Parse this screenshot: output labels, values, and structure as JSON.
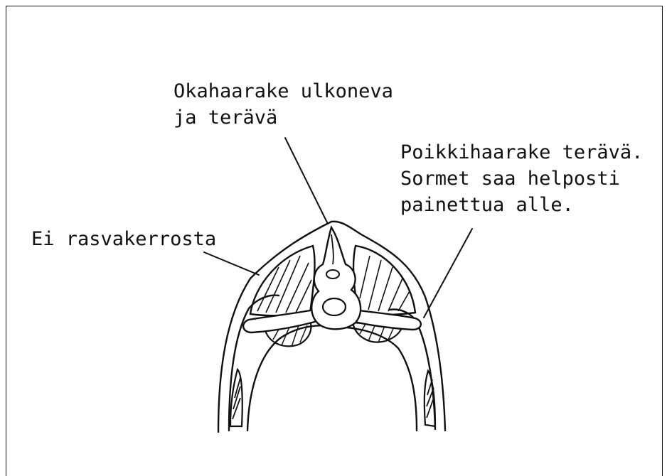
{
  "labels": {
    "spinous": [
      "Okahaarake ulkoneva",
      "ja terävä"
    ],
    "transverse": [
      "Poikkihaarake terävä.",
      "Sormet saa helposti",
      "painettua alle."
    ],
    "fat": [
      "Ei rasvakerrosta"
    ]
  }
}
